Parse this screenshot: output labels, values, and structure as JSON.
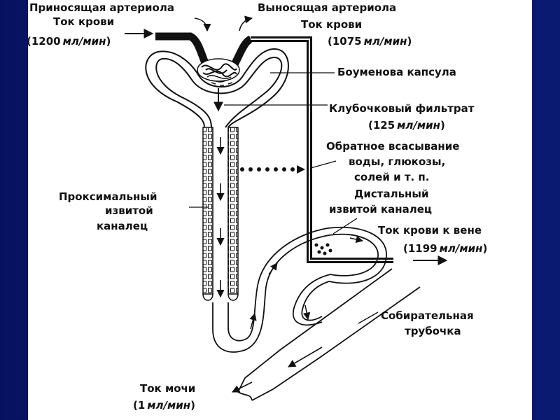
{
  "labels": {
    "afferent": {
      "name": "Приносящая артериола",
      "flow": "Ток крови",
      "rate_open": "(1200",
      "rate_unit": "мл/мин",
      "rate_close": ")"
    },
    "efferent": {
      "name": "Выносящая артериола",
      "flow": "Ток крови",
      "rate_open": "(1075",
      "rate_unit": "мл/мин",
      "rate_close": ")"
    },
    "bowman": "Боуменова капсула",
    "filtrate": {
      "name": "Клубочковый фильтрат",
      "rate_open": "(125",
      "rate_unit": "мл/мин",
      "rate_close": ")"
    },
    "reabsorption": [
      "Обратное всасывание",
      "воды, глюкозы,",
      "солей и т. п."
    ],
    "proximal": [
      "Проксимальный",
      "извитой",
      "каналец"
    ],
    "distal": [
      "Дистальный",
      "извитой каналец"
    ],
    "vein": {
      "name": "Ток крови к вене",
      "rate_open": "(1199",
      "rate_unit": "мл/мин",
      "rate_close": ")"
    },
    "collecting": [
      "Собирательная",
      "трубочка"
    ],
    "urine": {
      "name": "Ток мочи",
      "rate_open": "(1",
      "rate_unit": "мл/мин",
      "rate_close": ")"
    }
  },
  "colors": {
    "background": "#0b1d7a",
    "panel": "#ffffff",
    "ink": "#111111"
  }
}
